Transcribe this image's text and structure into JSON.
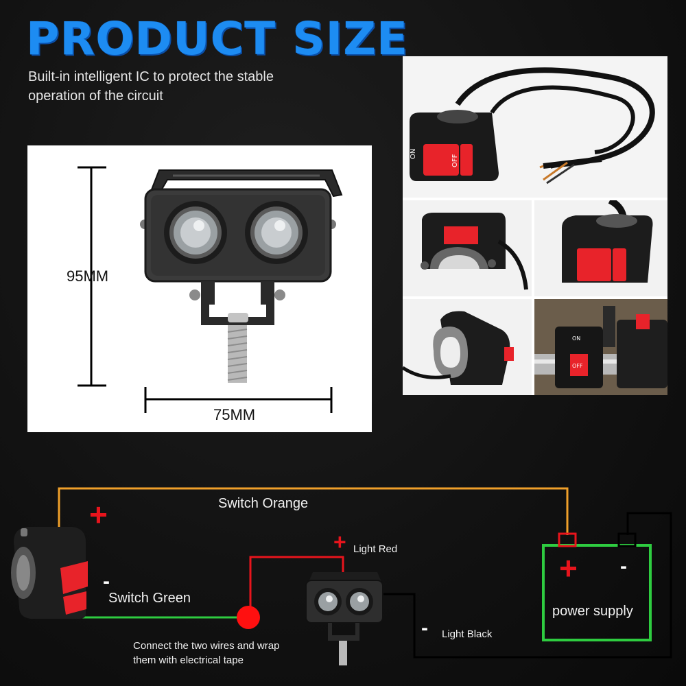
{
  "header": {
    "title": "PRODUCT SIZE",
    "subtitle": "Built-in intelligent IC to protect the stable operation of the circuit"
  },
  "dimensions": {
    "height_label": "95MM",
    "width_label": "75MM"
  },
  "switch_photos": {
    "on_label": "ON",
    "off_label": "OFF"
  },
  "wiring": {
    "switch_orange": "Switch Orange",
    "switch_green": "Switch Green",
    "light_red": "Light Red",
    "light_black": "Light Black",
    "connect_note": "Connect the two wires and wrap them with electrical tape",
    "power_supply": "power supply",
    "plus": "+",
    "minus": "-"
  },
  "colors": {
    "title_blue": "#1d8cf2",
    "wire_orange": "#f0a02a",
    "wire_green": "#2ecc40",
    "wire_red": "#e8141c",
    "wire_black": "#000000",
    "switch_red": "#e8232a"
  }
}
